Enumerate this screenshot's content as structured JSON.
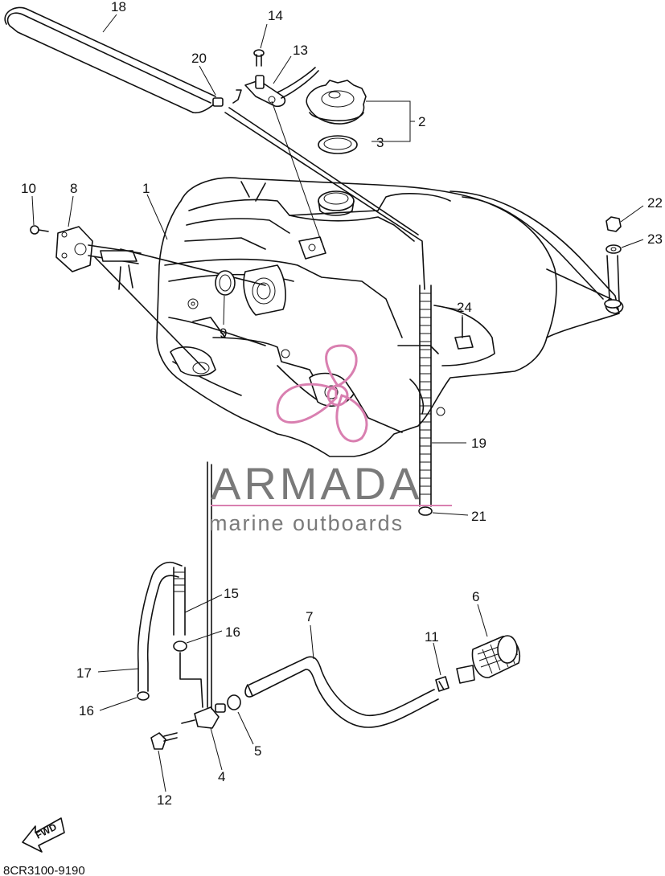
{
  "callouts": [
    "1",
    "2",
    "3",
    "4",
    "5",
    "6",
    "7",
    "8",
    "9",
    "10",
    "11",
    "12",
    "13",
    "14",
    "15",
    "16",
    "17",
    "18",
    "19",
    "20",
    "21",
    "22",
    "23",
    "24"
  ],
  "callout_16": "16",
  "watermark": {
    "title": "ARMADA",
    "subtitle": "marine outboards",
    "accent_color": "#d97fb0",
    "text_color": "#7a7a7a"
  },
  "fwd_label": "FWD",
  "diagram_code": "8CR3100-9190"
}
